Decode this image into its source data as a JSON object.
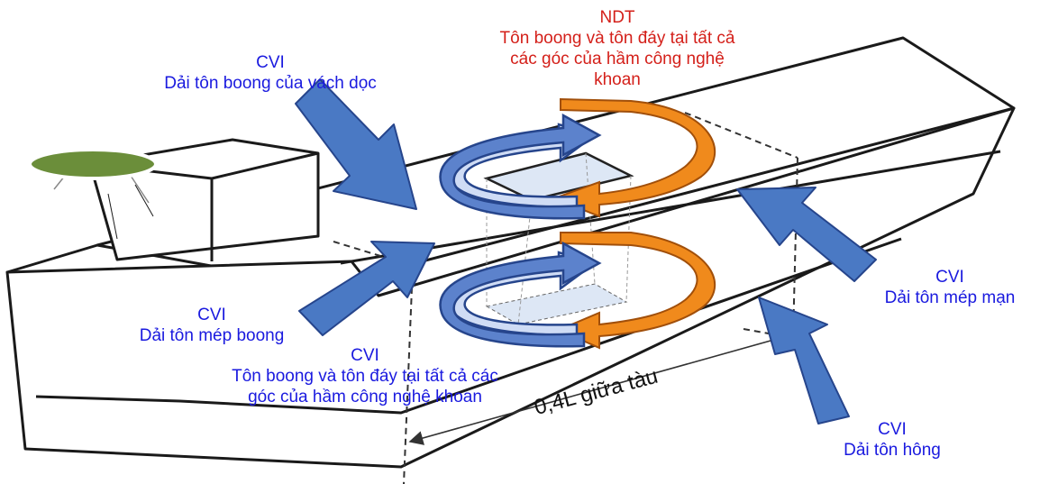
{
  "colors": {
    "cvi_text": "#1a1adf",
    "ndt_text": "#d4201a",
    "blue_arrow_fill": "#4a79c4",
    "blue_arrow_edge": "#26458c",
    "orange_arrow": "#f08a1c",
    "helideck": "#6b8e3a",
    "hull_stroke": "#1a1a1a"
  },
  "labels": {
    "ndt_top": {
      "title": "NDT",
      "lines": [
        "Tôn boong và tôn đáy tại tất cả",
        "các góc của hầm công nghệ",
        "khoan"
      ]
    },
    "cvi_top_left": {
      "title": "CVI",
      "lines": [
        "Dải tôn boong của vách dọc"
      ]
    },
    "cvi_mid_left": {
      "title": "CVI",
      "lines": [
        "Dải tôn mép boong"
      ]
    },
    "cvi_bottom_mid": {
      "title": "CVI",
      "lines": [
        "Tôn boong và tôn đáy tại tất cả các",
        "góc của hầm công nghệ khoan"
      ]
    },
    "cvi_right": {
      "title": "CVI",
      "lines": [
        "Dải tôn mép mạn"
      ]
    },
    "cvi_bottom_right": {
      "title": "CVI",
      "lines": [
        "Dải tôn hông"
      ]
    },
    "dimension": "0,4L giữa tàu"
  },
  "icons": [
    "helideck-icon",
    "blue-arrow-icon",
    "orange-curved-arrow-icon",
    "blue-curved-arrow-icon"
  ]
}
